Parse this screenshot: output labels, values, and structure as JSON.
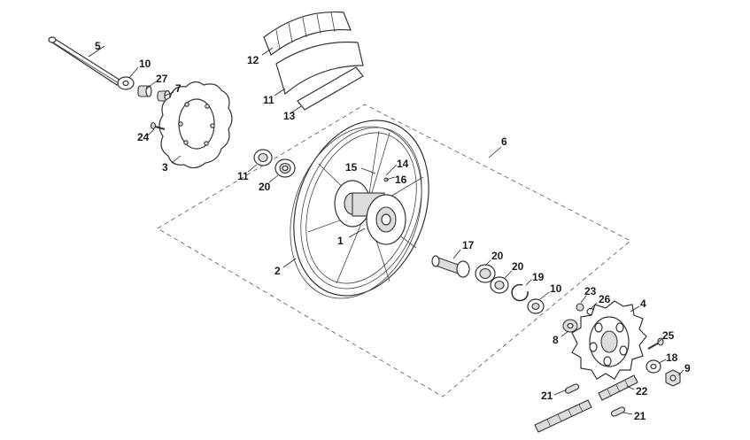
{
  "callouts": [
    {
      "id": "c1",
      "text": "1"
    },
    {
      "id": "c2",
      "text": "2"
    },
    {
      "id": "c3",
      "text": "3"
    },
    {
      "id": "c4",
      "text": "4"
    },
    {
      "id": "c5",
      "text": "5"
    },
    {
      "id": "c6",
      "text": "6"
    },
    {
      "id": "c7",
      "text": "7"
    },
    {
      "id": "c8",
      "text": "8"
    },
    {
      "id": "c9",
      "text": "9"
    },
    {
      "id": "c10a",
      "text": "10"
    },
    {
      "id": "c10b",
      "text": "10"
    },
    {
      "id": "c11a",
      "text": "11"
    },
    {
      "id": "c11b",
      "text": "11"
    },
    {
      "id": "c12",
      "text": "12"
    },
    {
      "id": "c13",
      "text": "13"
    },
    {
      "id": "c14",
      "text": "14"
    },
    {
      "id": "c15",
      "text": "15"
    },
    {
      "id": "c16",
      "text": "16"
    },
    {
      "id": "c17",
      "text": "17"
    },
    {
      "id": "c18",
      "text": "18"
    },
    {
      "id": "c19",
      "text": "19"
    },
    {
      "id": "c20a",
      "text": "20"
    },
    {
      "id": "c20b",
      "text": "20"
    },
    {
      "id": "c20c",
      "text": "20"
    },
    {
      "id": "c21a",
      "text": "21"
    },
    {
      "id": "c21b",
      "text": "21"
    },
    {
      "id": "c22",
      "text": "22"
    },
    {
      "id": "c23",
      "text": "23"
    },
    {
      "id": "c24",
      "text": "24"
    },
    {
      "id": "c25",
      "text": "25"
    },
    {
      "id": "c26",
      "text": "26"
    },
    {
      "id": "c27",
      "text": "27"
    }
  ]
}
